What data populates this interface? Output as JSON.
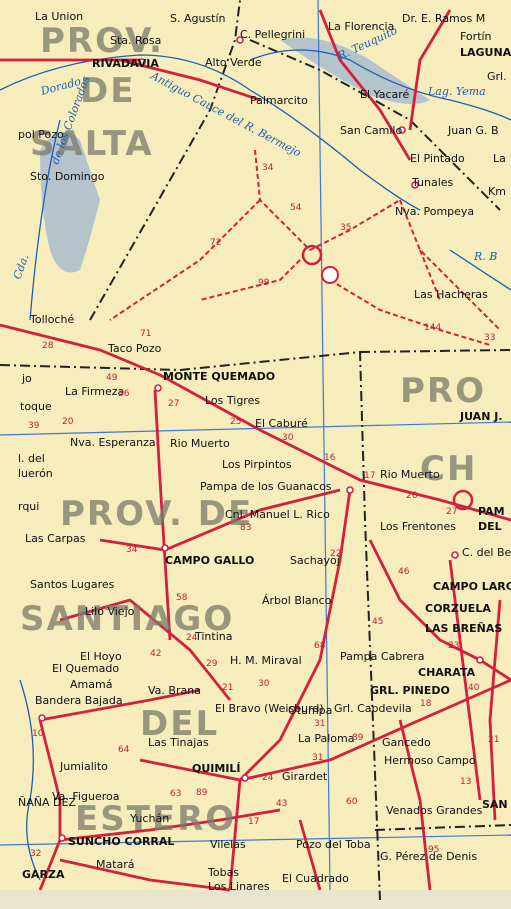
{
  "provinces": [
    "PROV.",
    "DE",
    "SALTA",
    "PROV. DE",
    "SANTIAGO",
    "DEL",
    "ESTERO",
    "PRO",
    "CH"
  ],
  "rivers": [
    "Dorado",
    "Antiguo Cauce del R. Bermejo",
    "R. Teuquito",
    "Lag. Yema",
    "de los Colorados",
    "Cda.",
    "R. B"
  ],
  "towns": {
    "la_union": "La Union",
    "s_agustin": "S. Agustín",
    "sta_rosa": "Sta. Rosa",
    "rivadavia": "RIVADAVIA",
    "alto_verde": "Alto Verde",
    "c_pellegrini": "C. Pellegrini",
    "la_florencia": "La Florencia",
    "dr_e_ramos": "Dr. E. Ramos M",
    "fortin": "Fortín",
    "laguna": "LAGUNA",
    "el_yacare": "El Yacaré",
    "palmarcito": "Palmarcito",
    "grl": "Grl.",
    "san_camilo": "San Camilo",
    "juan_g_b": "Juan G. B",
    "pol_pozo": "pol Pozo",
    "sto_domingo": "Sto. Domingo",
    "el_pintado": "El Pintado",
    "la": "La",
    "tunales": "Tunales",
    "km": "Km",
    "nva_pompeya": "Nva. Pompeya",
    "las_hacheras": "Las Hacheras",
    "tolloche": "Tolloché",
    "taco_pozo": "Taco Pozo",
    "monte_quemado": "MONTE QUEMADO",
    "la_firmeza": "La Firmeza",
    "toque": "toque",
    "jo": "jo",
    "los_tigres": "Los Tigres",
    "el_cabure": "El Caburé",
    "juan_j": "JUAN J.",
    "nva_esperanza": "Nva. Esperanza",
    "rio_muerto": "Rio Muerto",
    "rio_muerto2": "Rio Muerto",
    "l_del": "l. del",
    "lueron": "luerón",
    "los_pirpintos": "Los Pirpintos",
    "pampa_guanacos": "Pampa de los Guanacos",
    "cnl_manuel_rico": "Cnl. Manuel L. Rico",
    "los_frentones": "Los Frentones",
    "pam": "PAM",
    "del_right": "DEL",
    "rqui": "rqui",
    "las_carpas": "Las Carpas",
    "campo_gallo": "CAMPO GALLO",
    "sachayoj": "Sachayoj",
    "c_del_bermejo": "C. del Bermejo",
    "campo_lar": "CAMPO LARG",
    "santos_lugares": "Santos Lugares",
    "arbol_blanco": "Árbol Blanco",
    "lilo_viejo": "Lilo Viejo",
    "corzuela": "CORZUELA",
    "las_brenas": "LAS BREÑAS",
    "tintina": "Tintina",
    "el_hoyo": "El Hoyo",
    "pampa_cabrera": "Pampa Cabrera",
    "el_quemado": "El Quemado",
    "amama": "Amamá",
    "hm_miraval": "H. M. Miraval",
    "charata": "CHARATA",
    "va_brana": "Va. Brana",
    "bandera_bajada": "Bandera Bajada",
    "grl_pinedo": "GRL. PINEDO",
    "el_bravo": "El Bravo (Weisburd)",
    "otumpa": "Otumpa",
    "grl_capdevila": "Grl. Capdevila",
    "las_tinajas": "Las Tinajas",
    "la_paloma": "La Paloma",
    "gancedo": "Gancedo",
    "jumialito": "Jumialito",
    "quimili": "QUIMILÍ",
    "girardet": "Girardet",
    "hermoso_campo": "Hermoso Campo",
    "va_figueroa": "Va. Figueroa",
    "yuchan": "Yuchán",
    "nana_dez": "ÑAÑA DEZ",
    "venados_grandes": "Venados Grandes",
    "suncho_corral": "SUNCHO CORRAL",
    "vilelas": "Vilelas",
    "pozo_del_toba": "Pozo del Toba",
    "garza": "GARZA",
    "matara": "Matará",
    "tobas": "Tobas",
    "los_linares": "Los Linares",
    "el_cuadrado": "El Cuadrado",
    "g_perez_denis": "G. Pérez de Denis",
    "san": "SAN"
  },
  "route_numbers": [
    "16",
    "89",
    "89",
    "95",
    "34",
    "54",
    "35",
    "72",
    "99",
    "71",
    "144",
    "33",
    "28",
    "49",
    "27",
    "25",
    "30",
    "36",
    "20",
    "39",
    "17",
    "26",
    "27",
    "46",
    "83",
    "34",
    "58",
    "24",
    "42",
    "29",
    "21",
    "30",
    "31",
    "68",
    "45",
    "23",
    "18",
    "40",
    "60",
    "64",
    "63",
    "43",
    "24",
    "17",
    "31",
    "32",
    "21",
    "10",
    "13",
    "22"
  ],
  "colors": {
    "paper": "#f6ecbc",
    "road": "#d4203c",
    "river": "#1a5fb4",
    "border": "#222222",
    "province_text": "#7a7a6a",
    "forest": "#6b8fc4"
  }
}
